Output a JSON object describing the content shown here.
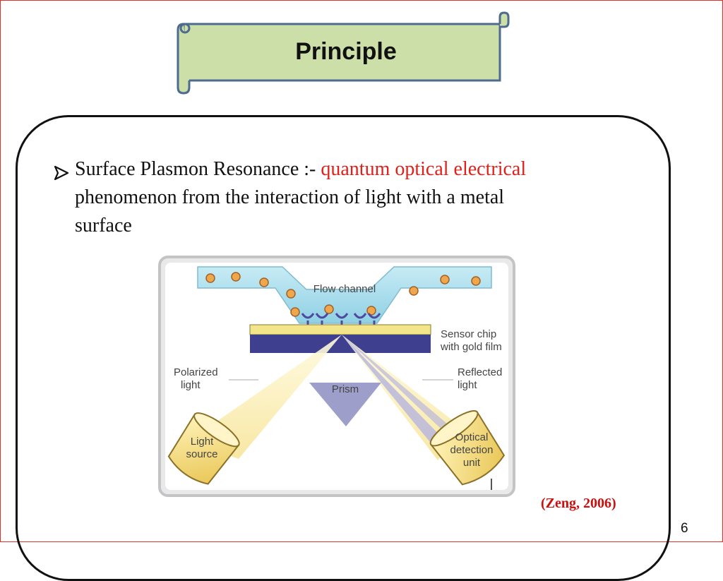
{
  "slide": {
    "title": "Principle",
    "bullet": {
      "term": "Surface Plasmon Resonance :-",
      "highlight": "quantum optical electrical",
      "line2": "phenomenon from the interaction of light with a metal",
      "line3": "surface"
    },
    "citation": "(Zeng, 2006)",
    "page_number": "6"
  },
  "diagram": {
    "labels": {
      "flow_channel": "Flow channel",
      "sensor_chip_1": "Sensor chip",
      "sensor_chip_2": "with gold film",
      "polarized_1": "Polarized",
      "polarized_2": "light",
      "reflected_1": "Reflected",
      "reflected_2": "light",
      "prism": "Prism",
      "light_source_1": "Light",
      "light_source_2": "source",
      "optical_1": "Optical",
      "optical_2": "detection",
      "optical_3": "unit"
    }
  },
  "colors": {
    "frame": "#e0312a",
    "title_banner": "#cddfa8",
    "highlight_text": "#e0201a",
    "citation": "#cc1010"
  }
}
